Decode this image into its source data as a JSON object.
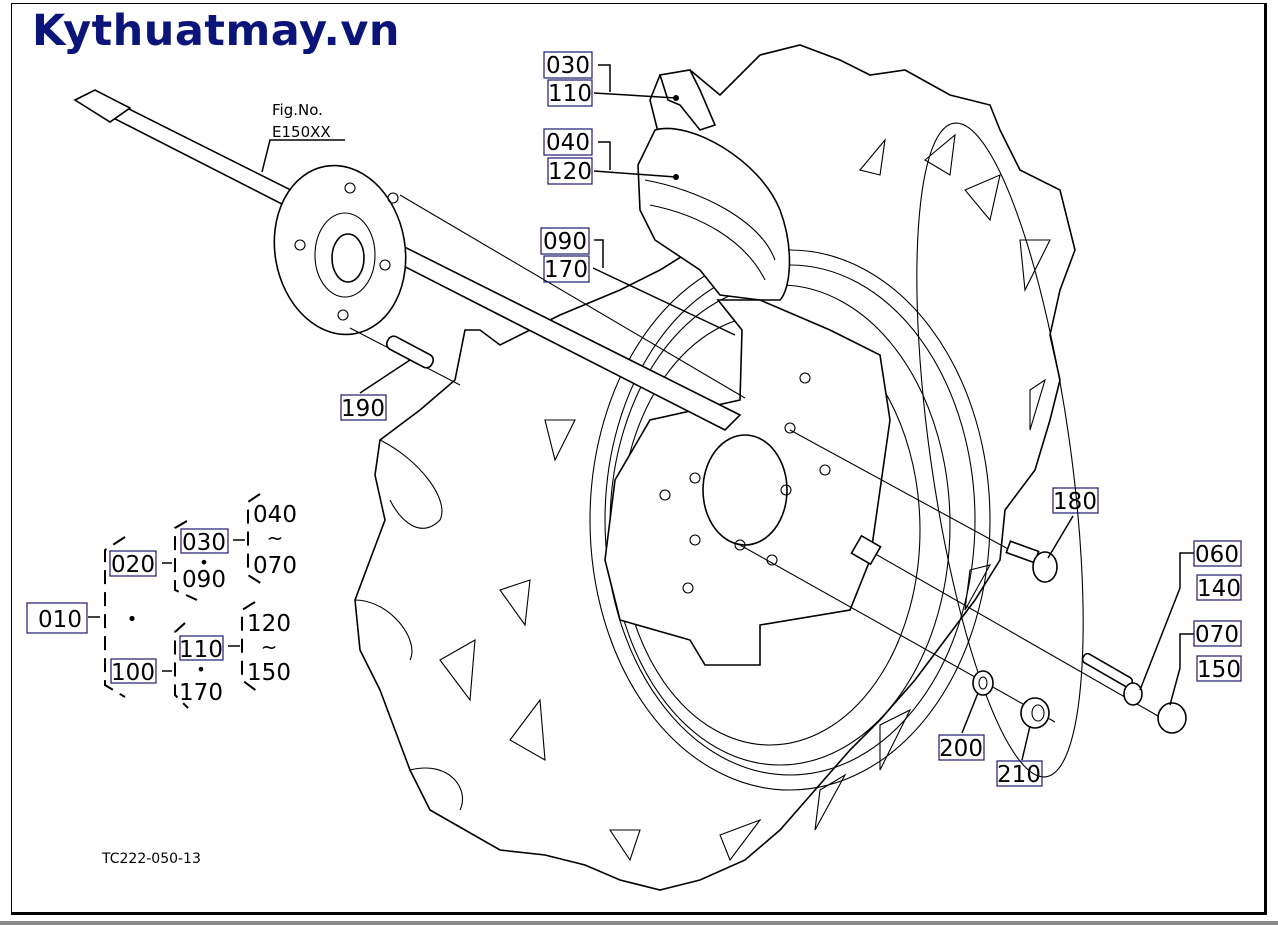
{
  "brand": {
    "title": "Kythuatmay.vn",
    "color": "#0b1478"
  },
  "figure": {
    "fig_no_label": "Fig.No.",
    "fig_no_value": "E150XX",
    "drawing_code": "TC222-050-13"
  },
  "callouts": {
    "c030_110": [
      "030",
      "110"
    ],
    "c040_120": [
      "040",
      "120"
    ],
    "c090_170": [
      "090",
      "170"
    ],
    "c190": "190",
    "c180": "180",
    "c060_140": [
      "060",
      "140"
    ],
    "c070_150": [
      "070",
      "150"
    ],
    "c200": "200",
    "c210": "210"
  },
  "tree": {
    "root": "010",
    "branch_a": "020",
    "branch_b": "100",
    "a_sub_top": "030",
    "a_sub_bottom": "090",
    "a_range_top": "040",
    "a_range_bottom": "070",
    "b_sub_top": "110",
    "b_sub_bottom": "170",
    "b_range_top": "120",
    "b_range_bottom": "150",
    "range_symbol": "~",
    "dot": "•"
  },
  "colors": {
    "label_box": "#1a1a6e",
    "ink": "#000000"
  }
}
